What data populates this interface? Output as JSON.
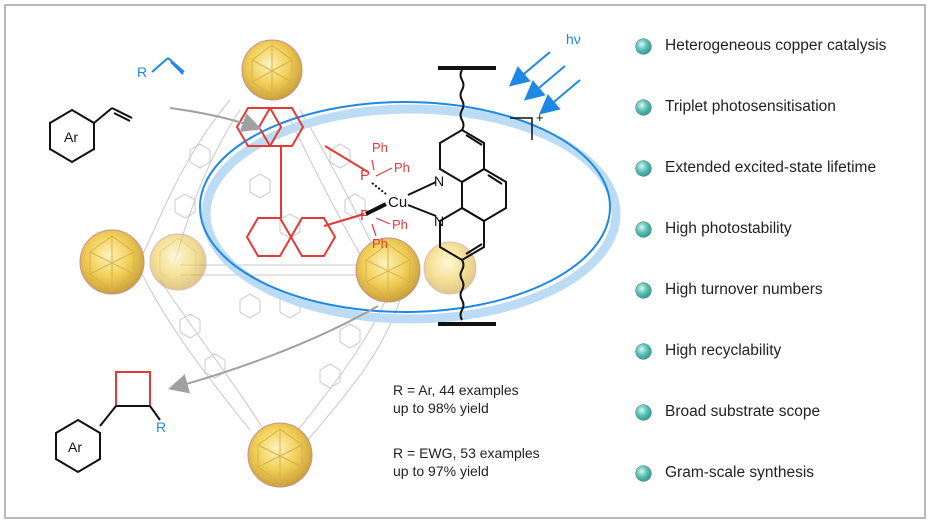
{
  "features": [
    "Heterogeneous copper catalysis",
    "Triplet photosensitisation",
    "Extended excited-state lifetime",
    "High photostability",
    "High turnover numbers",
    "High recyclability",
    "Broad substrate scope",
    "Gram-scale synthesis"
  ],
  "stats": [
    {
      "line1": "R = Ar, 44 examples",
      "line2": "up to 98% yield"
    },
    {
      "line1": "R = EWG, 53 examples",
      "line2": "up to 97% yield"
    }
  ],
  "labels": {
    "light": "hν",
    "charge": "+",
    "copper": "Cu",
    "phosphorus": "P",
    "phenyl": "Ph",
    "nitrogen": "N",
    "aryl": "Ar",
    "r_group": "R"
  },
  "colors": {
    "accent_blue": "#1e88e5",
    "ligand_red": "#e53935",
    "cluster_yellow": "#f1cf57",
    "bullet_teal": "#1a9a8c"
  }
}
